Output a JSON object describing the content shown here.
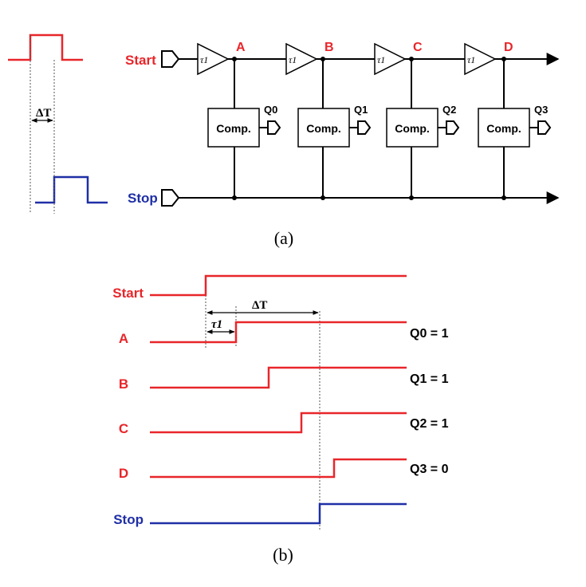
{
  "circuit": {
    "start_label": "Start",
    "stop_label": "Stop",
    "delay_label": "τ1",
    "node_labels": [
      "A",
      "B",
      "C",
      "D"
    ],
    "comparator_label": "Comp.",
    "output_labels": [
      "Q0",
      "Q1",
      "Q2",
      "Q3"
    ],
    "delta_label": "ΔT",
    "caption": "(a)"
  },
  "timing": {
    "signal_labels": [
      "Start",
      "A",
      "B",
      "C",
      "D",
      "Stop"
    ],
    "delta_label": "ΔT",
    "tau_label": "τ1",
    "outputs": [
      "Q0 = 1",
      "Q1 = 1",
      "Q2 = 1",
      "Q3 = 0"
    ],
    "caption": "(b)"
  },
  "colors": {
    "start": "#e8262a",
    "stop": "#1f2fa6"
  }
}
